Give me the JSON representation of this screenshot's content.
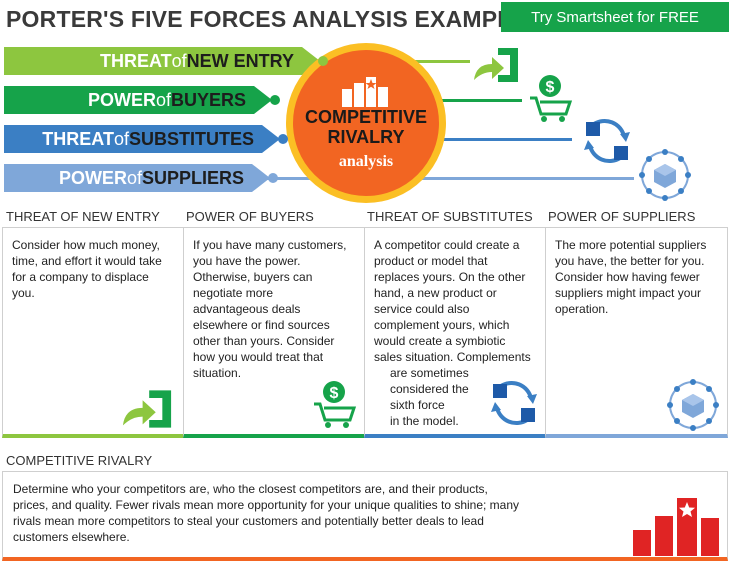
{
  "header": {
    "title": "PORTER'S FIVE FORCES ANALYSIS EXAMPLE",
    "cta_label": "Try Smartsheet for FREE"
  },
  "colors": {
    "green": "#16a34a",
    "lime": "#8dc63f",
    "blue": "#3b7fc4",
    "light_blue": "#7fa7d9",
    "orange": "#f26522",
    "yellow": "#fbbf24"
  },
  "banners": [
    {
      "pre": "THREAT",
      "mid": " of ",
      "post": "NEW ENTRY"
    },
    {
      "pre": "POWER",
      "mid": " of ",
      "post": "BUYERS"
    },
    {
      "pre": "THREAT",
      "mid": " of ",
      "post": "SUBSTITUTES"
    },
    {
      "pre": "POWER",
      "mid": " of ",
      "post": "SUPPLIERS"
    }
  ],
  "center": {
    "title_line1": "COMPETITIVE",
    "title_line2": "RIVALRY",
    "subtitle": "analysis"
  },
  "columns": [
    {
      "heading": "THREAT OF NEW ENTRY",
      "icon": "entry-arrow-icon",
      "lines": [
        "Consider how much money,",
        "time, and effort it would take",
        "for a company to displace",
        "you."
      ]
    },
    {
      "heading": "POWER OF BUYERS",
      "icon": "shopping-cart-dollar-icon",
      "lines": [
        "If you have many customers,",
        "you have the power.",
        "Otherwise, buyers can",
        "negotiate more",
        "advantageous deals",
        "elsewhere or find sources",
        "other than yours. Consider",
        "how you would treat that",
        "situation."
      ]
    },
    {
      "heading": "THREAT OF SUBSTITUTES",
      "icon": "substitute-cycle-icon",
      "lines": [
        "A competitor could create a",
        "product or model that",
        "replaces yours. On the other",
        "hand, a new product or",
        "service could also",
        "complement yours, which",
        "would create a symbiotic",
        "sales situation. Complements",
        "are sometimes",
        "considered the",
        "sixth force",
        "in the model."
      ]
    },
    {
      "heading": "POWER OF SUPPLIERS",
      "icon": "supplier-network-icon",
      "lines": [
        "The more potential suppliers",
        "you have, the better for you.",
        "Consider how having fewer",
        "suppliers might impact your",
        "operation."
      ]
    }
  ],
  "rivalry": {
    "heading": "COMPETITIVE RIVALRY",
    "icon": "bar-chart-star-icon",
    "lines": [
      "Determine who your competitors are, who the closest competitors are, and their products,",
      "prices, and quality. Fewer rivals mean more opportunity for your unique qualities to shine; many",
      "rivals mean more competitors to steal your customers and potentially better deals to lead",
      "customers elsewhere."
    ]
  }
}
